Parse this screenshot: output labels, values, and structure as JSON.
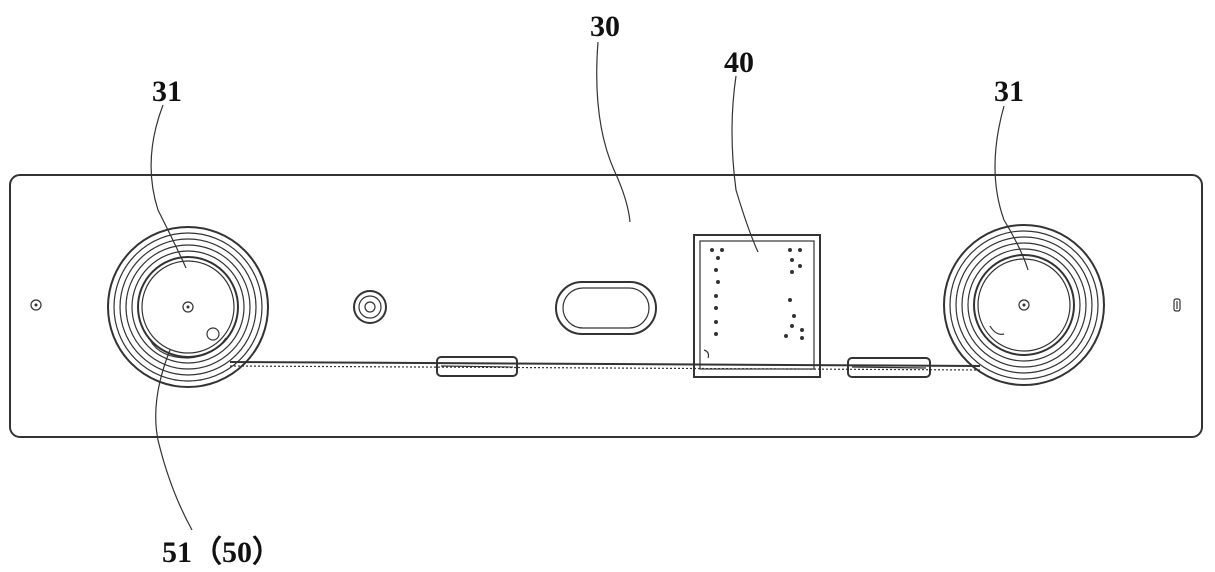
{
  "labels": {
    "top_center": "30",
    "module": "40",
    "left_spool": "31",
    "right_spool": "31",
    "bottom_left": "51（50）"
  },
  "colors": {
    "line": "#333333",
    "text": "#111111",
    "background": "#ffffff"
  }
}
